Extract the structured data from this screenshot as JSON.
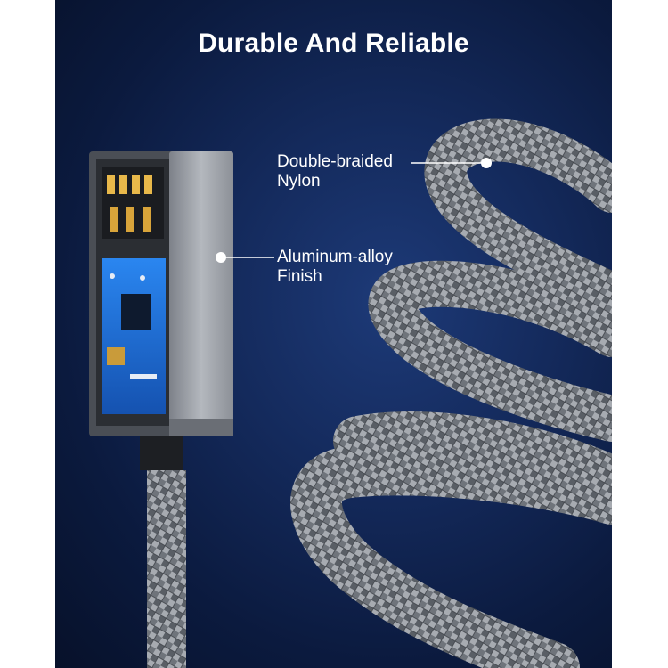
{
  "headline": "Durable And Reliable",
  "callouts": {
    "nylon": {
      "line1": "Double-braided",
      "line2": "Nylon"
    },
    "alloy": {
      "line1": "Aluminum-alloy",
      "line2": "Finish"
    }
  },
  "colors": {
    "background": "#142a5c",
    "braid": "#8a8f96",
    "housing": "#9a9ea5",
    "pcb": "#1c6fd6",
    "label": "#ffffff"
  }
}
